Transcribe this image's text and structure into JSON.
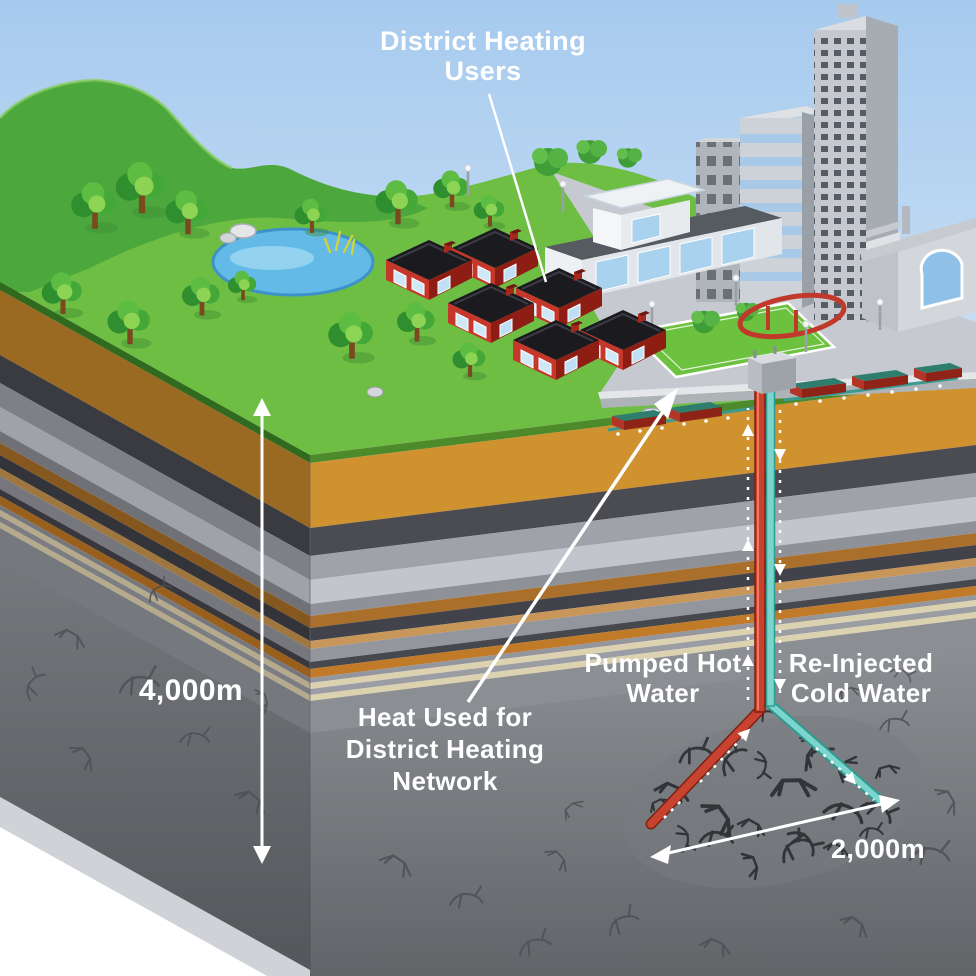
{
  "labels": {
    "district_heating_users": {
      "lines": [
        "District Heating",
        "Users"
      ]
    },
    "heat_used": {
      "lines": [
        "Heat Used for",
        "District Heating",
        "Network"
      ]
    },
    "pumped_hot": {
      "lines": [
        "Pumped Hot",
        "Water"
      ]
    },
    "reinjected_cold": {
      "lines": [
        "Re-Injected",
        "Cold Water"
      ]
    },
    "depth": "4,000m",
    "reservoir_width": "2,000m"
  },
  "colors": {
    "sky": "#a6caee",
    "grass": "#6fbe44",
    "hill": "#47a53c",
    "pond": "#63bae6",
    "soil": "#d0922f",
    "bedrock": "#8b8e92",
    "hot_pipe": "#c8432f",
    "cold_pipe": "#7cd5cd",
    "house_red": "#c5372b",
    "roof": "#1a1a1f",
    "annotation": "#ffffff"
  },
  "scene": {
    "houses_count": 6,
    "elements": [
      "hill",
      "pond",
      "trees",
      "houses",
      "school",
      "park",
      "playground",
      "apartment block",
      "glass office building",
      "skyscraper",
      "factory",
      "heat exchanger network",
      "hot water well",
      "cold water injection well",
      "fractured reservoir"
    ]
  }
}
